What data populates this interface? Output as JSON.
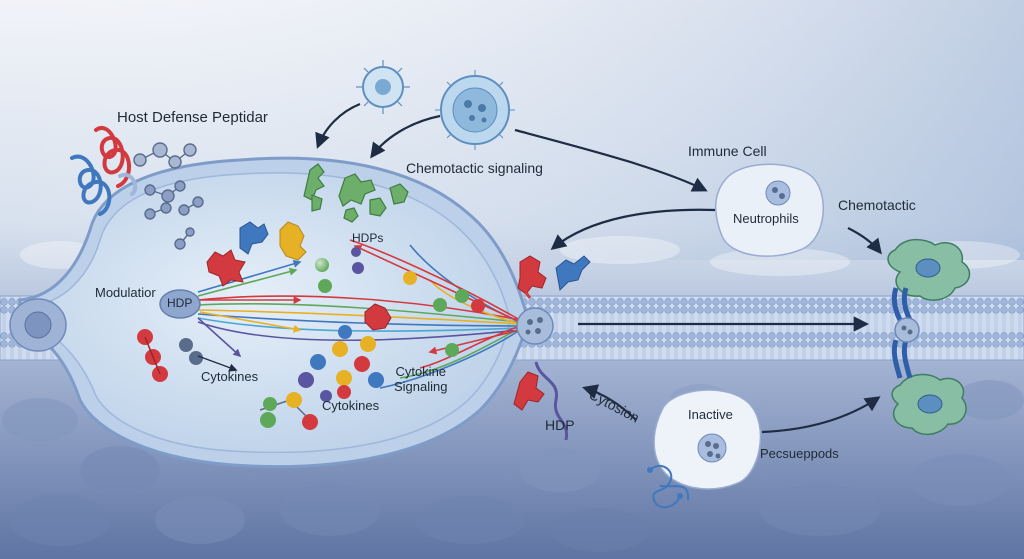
{
  "labels": {
    "title": "Host Defense Peptidar",
    "chemotactic_signaling": "Chemotactic signaling",
    "immune_cell": "Immune Cell",
    "neutrophils": "Neutrophils",
    "chemotactic": "Chemotactic",
    "modulation": "Modulatior",
    "hdp_core": "HDP",
    "hdps": "HDPs",
    "cytokines_left": "Cytokines",
    "cytokines_center": "Cytokines",
    "cytokine_signaling_line1": "Cytokine",
    "cytokine_signaling_line2": "Signaling",
    "cytosion": "Cytosion",
    "hdp_bottom": "HDP",
    "inactive": "Inactive",
    "pseudopods": "Pecsueppods"
  },
  "colors": {
    "background_top": "#eef1f6",
    "background_bottom": "#5d72a0",
    "membrane": "#a9bfe0",
    "cell_fill": "#cfe0f1",
    "arrow": "#1e2c44",
    "red": "#d33a3f",
    "blue": "#3f78bf",
    "green": "#5ea85a",
    "yellow": "#e7b126",
    "purple": "#5a55a0",
    "cyan": "#4aa6d3"
  },
  "icons": [
    "bacterium-icon",
    "immune-cell-icon",
    "neutrophil-icon",
    "macrophage-icon",
    "helix-peptide-icon"
  ]
}
